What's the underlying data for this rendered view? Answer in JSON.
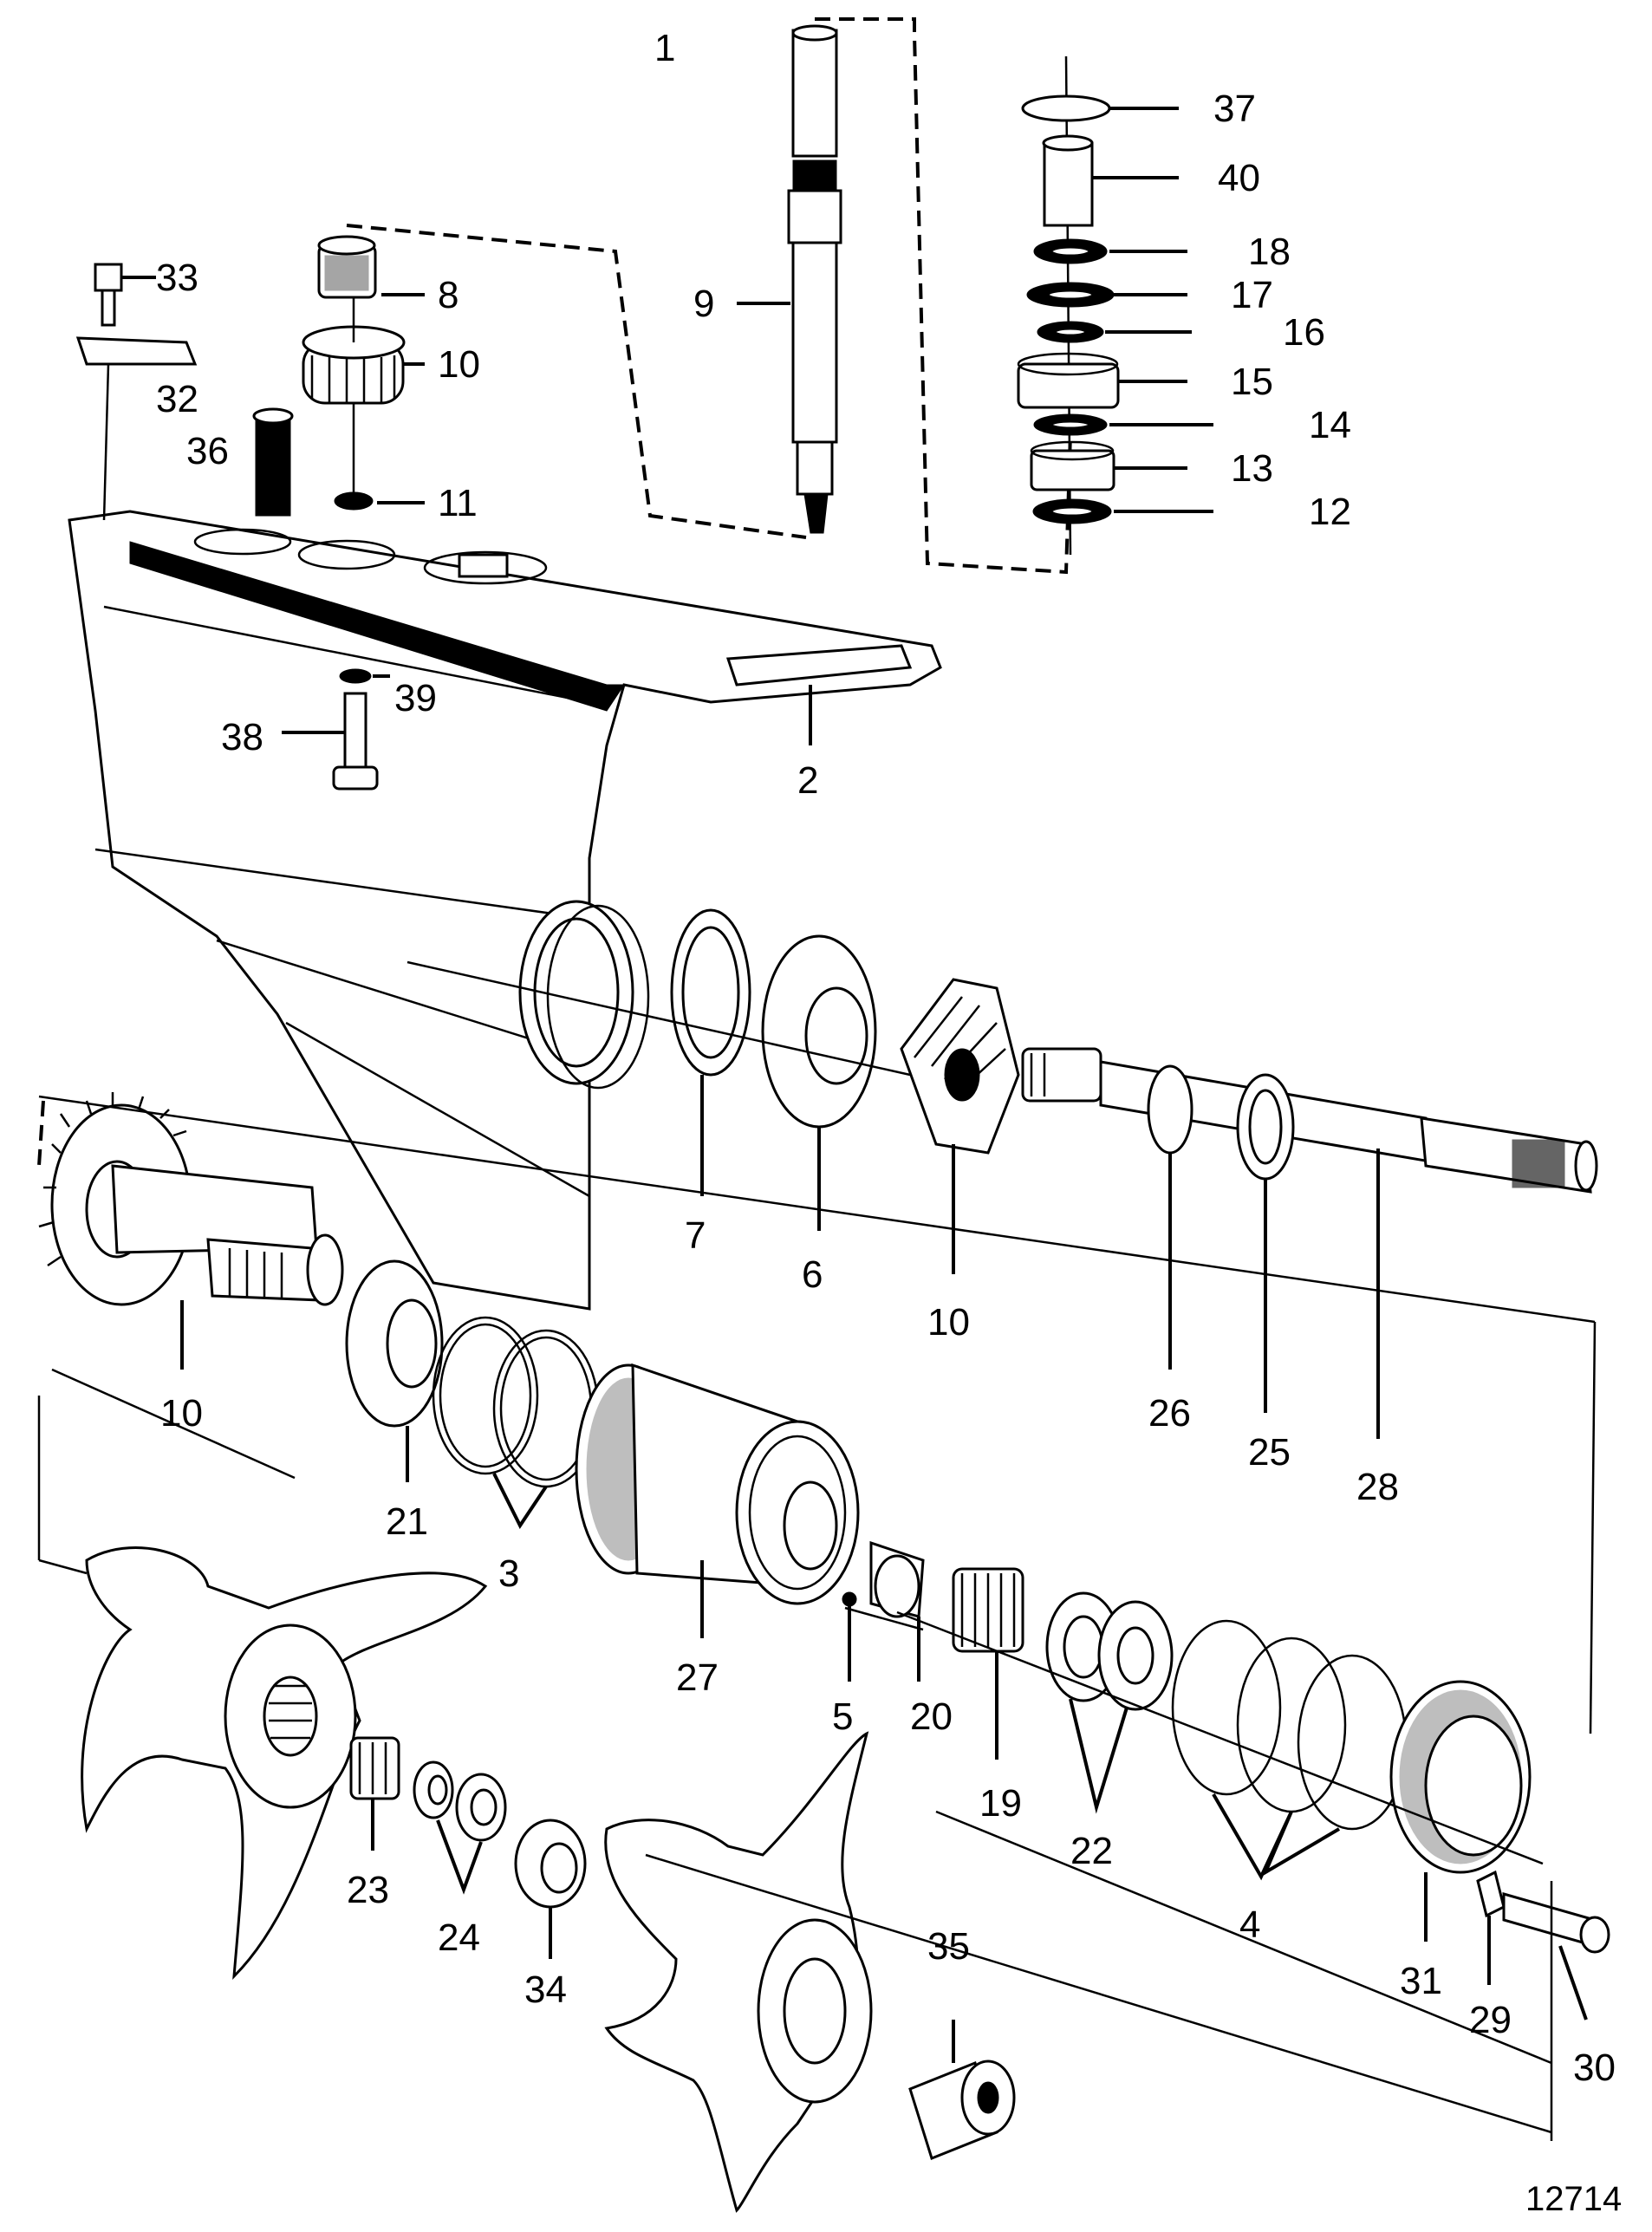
{
  "diagram": {
    "callouts": [
      "1",
      "2",
      "3",
      "4",
      "5",
      "6",
      "7",
      "8",
      "9",
      "10",
      "10",
      "10",
      "11",
      "12",
      "13",
      "14",
      "15",
      "16",
      "17",
      "18",
      "19",
      "20",
      "21",
      "22",
      "23",
      "24",
      "25",
      "26",
      "27",
      "28",
      "29",
      "30",
      "31",
      "32",
      "33",
      "34",
      "35",
      "36",
      "37",
      "38",
      "39",
      "40"
    ],
    "figure_number": "12714"
  }
}
